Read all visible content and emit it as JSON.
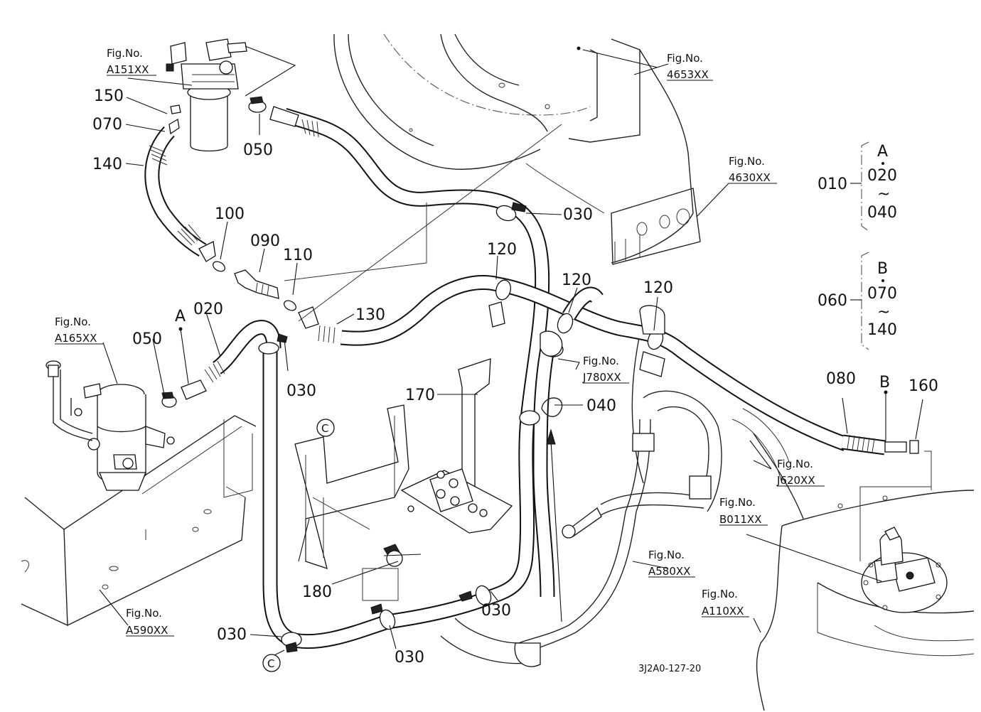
{
  "labels": {
    "p010": "010",
    "p020": "020",
    "p030": "030",
    "p040": "040",
    "p050": "050",
    "p060": "060",
    "p070": "070",
    "p080": "080",
    "p090": "090",
    "p100": "100",
    "p110": "110",
    "p120": "120",
    "p130": "130",
    "p140": "140",
    "p150": "150",
    "p160": "160",
    "p170": "170",
    "p180": "180",
    "A": "A",
    "B": "B",
    "C": "C"
  },
  "figure_references": {
    "fig_no": "Fig.No.",
    "a151": "A151XX",
    "n4653": "4653XX",
    "n4630": "4630XX",
    "a165": "A165XX",
    "j780": "J780XX",
    "j620": "J620XX",
    "b011": "B011XX",
    "a580": "A580XX",
    "a110": "A110XX",
    "a590": "A590XX"
  },
  "kits": {
    "kit_a": {
      "number": "010",
      "letter": "A",
      "from": "020",
      "tilde": "~",
      "to": "040"
    },
    "kit_b": {
      "number": "060",
      "letter": "B",
      "from": "070",
      "tilde": "~",
      "to": "140"
    }
  },
  "drawing_code": "3J2A0-127-20",
  "colors": {
    "line": "#111111",
    "background": "#ffffff"
  }
}
